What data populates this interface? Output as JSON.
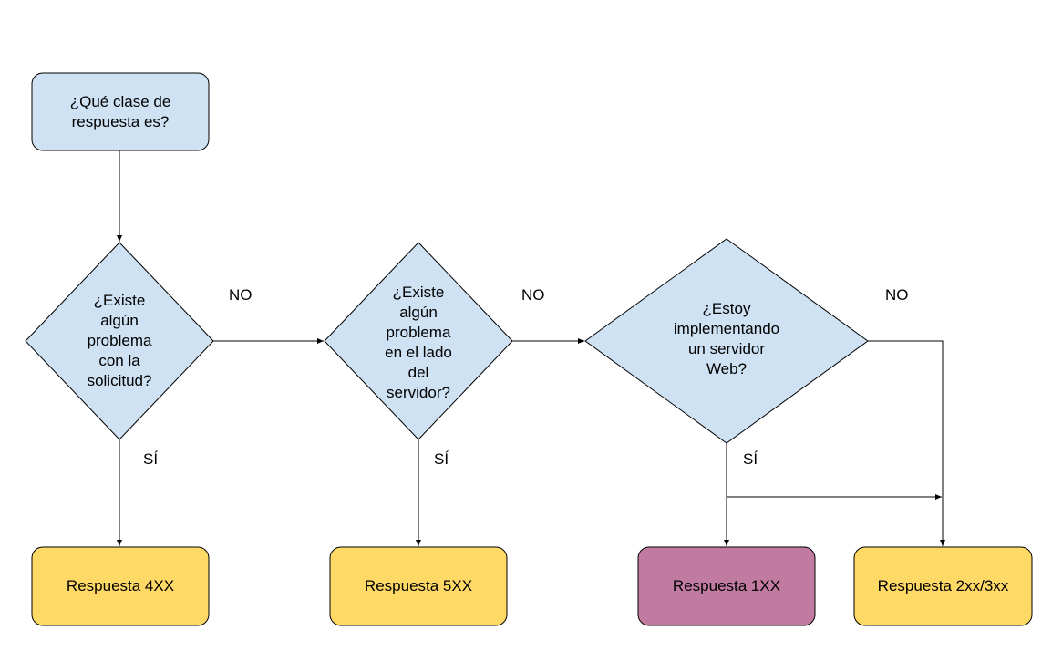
{
  "colors": {
    "decision_fill": "#cfe2f3",
    "start_fill": "#cfe2f3",
    "result_fill": "#ffd966",
    "result_1xx_fill": "#c27ba0",
    "stroke": "#000000"
  },
  "nodes": {
    "start": {
      "text": "¿Qué clase de\nrespuesta es?"
    },
    "decision_request": {
      "text": "¿Existe\nalgún\nproblema\ncon la\nsolicitud?"
    },
    "decision_server": {
      "text": "¿Existe\nalgún\nproblema\nen el lado\ndel\nservidor?"
    },
    "decision_webserver": {
      "text": "¿Estoy\nimplementando\nun servidor\nWeb?"
    },
    "result_4xx": {
      "text": "Respuesta 4XX"
    },
    "result_5xx": {
      "text": "Respuesta 5XX"
    },
    "result_1xx": {
      "text": "Respuesta 1XX"
    },
    "result_2xx_3xx": {
      "text": "Respuesta 2xx/3xx"
    }
  },
  "edge_labels": {
    "request_no": "NO",
    "request_yes": "SÍ",
    "server_no": "NO",
    "server_yes": "SÍ",
    "webserver_no": "NO",
    "webserver_yes": "SÍ"
  }
}
